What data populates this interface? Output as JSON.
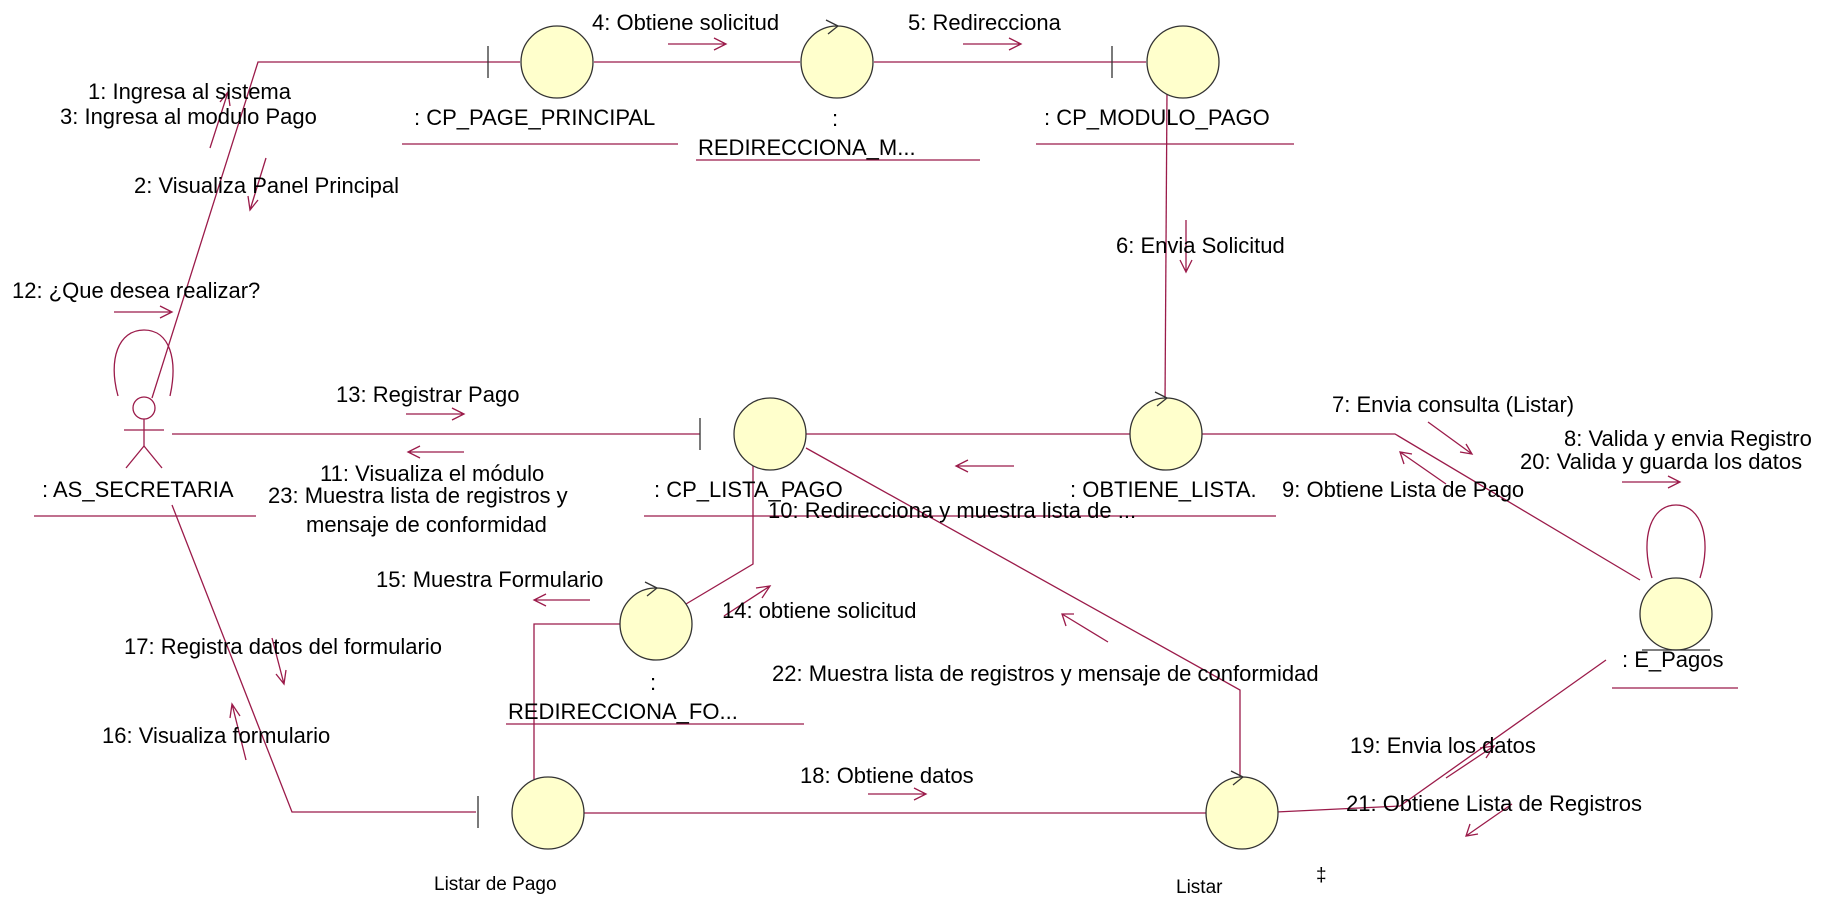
{
  "diagram": {
    "objects": {
      "cp_page_principal": ": CP_PAGE_PRINCIPAL",
      "redirecciona_m_colon": ":",
      "redirecciona_m": "REDIRECCIONA_M...",
      "cp_modulo_pago": ": CP_MODULO_PAGO",
      "as_secretaria": ": AS_SECRETARIA",
      "cp_lista_pago": ": CP_LISTA_PAGO",
      "obtiene_lista": ": OBTIENE_LISTA.",
      "e_pagos": ": E_Pagos",
      "redirecciona_fo_colon": ":",
      "redirecciona_fo": "REDIRECCIONA_FO...",
      "listar_de_pago": "Listar de Pago",
      "listar": "Listar"
    },
    "messages": {
      "m1": "1: Ingresa al sistema",
      "m3": "3: Ingresa al modulo Pago",
      "m2": "2: Visualiza Panel Principal",
      "m4": "4: Obtiene solicitud",
      "m5": "5: Redirecciona",
      "m6": "6: Envia Solicitud",
      "m7": "7: Envia consulta (Listar)",
      "m8": "8: Valida y envia Registro",
      "m20": "20: Valida y guarda los datos",
      "m9": "9: Obtiene Lista de Pago",
      "m10": "10: Redirecciona y muestra lista de ...",
      "m11": "11: Visualiza el módulo",
      "m23a": "23: Muestra lista de registros y",
      "m23b": "mensaje de conformidad",
      "m12": "12: ¿Que desea realizar?",
      "m13": "13: Registrar Pago",
      "m14": "14: obtiene solicitud",
      "m15": "15: Muestra Formulario",
      "m16": "16: Visualiza formulario",
      "m17": "17: Registra datos del formulario",
      "m18": "18: Obtiene datos",
      "m19": "19: Envia los datos",
      "m21": "21: Obtiene Lista de Registros",
      "m22": "22: Muestra lista de registros y mensaje de conformidad"
    },
    "stray_glyph": "‡"
  },
  "colors": {
    "line": "#9b1b4a",
    "object_fill": "#ffffcc",
    "object_stroke": "#333333",
    "actor_stroke": "#9b1b4a",
    "text": "#000000"
  }
}
